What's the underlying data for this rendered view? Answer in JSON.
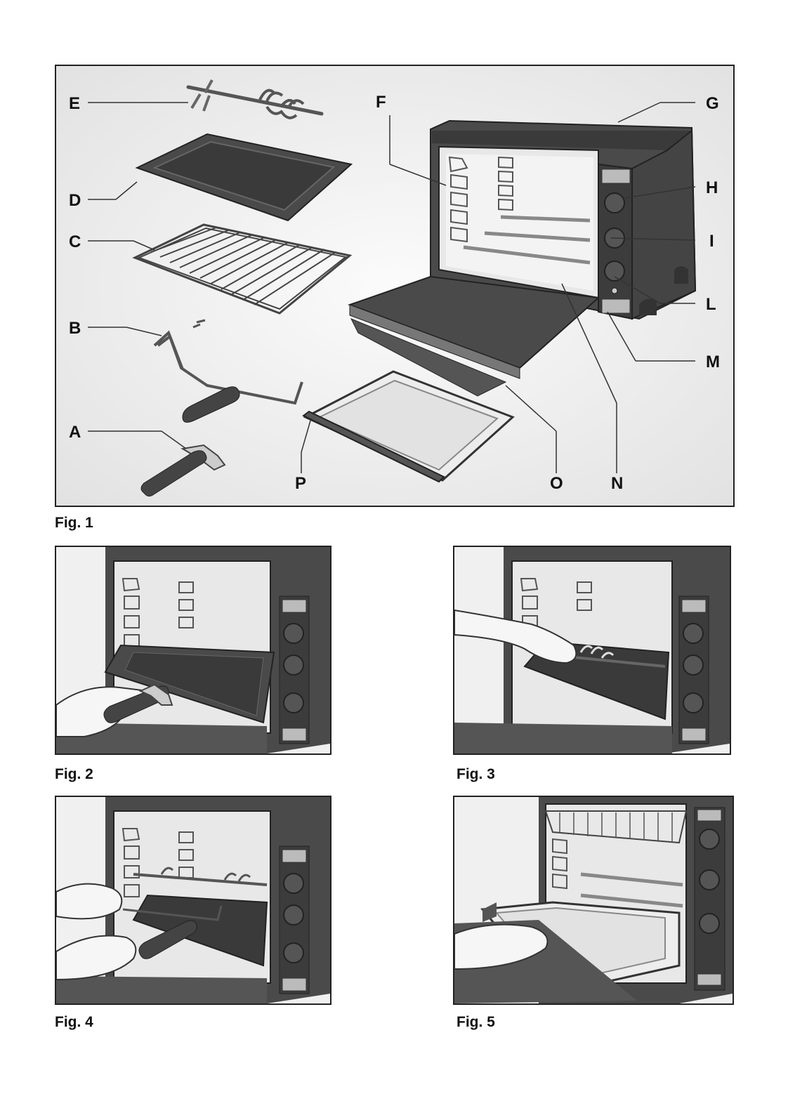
{
  "figure1": {
    "caption": "Fig. 1",
    "labels": {
      "E": "E",
      "D": "D",
      "C": "C",
      "B": "B",
      "A": "A",
      "F": "F",
      "G": "G",
      "H": "H",
      "I": "I",
      "L": "L",
      "M": "M",
      "N": "N",
      "O": "O",
      "P": "P"
    }
  },
  "figure2": {
    "caption": "Fig. 2"
  },
  "figure3": {
    "caption": "Fig. 3"
  },
  "figure4": {
    "caption": "Fig. 4"
  },
  "figure5": {
    "caption": "Fig. 5"
  },
  "colors": {
    "outline": "#222222",
    "oven_body": "#4a4a4a",
    "oven_dark": "#333333",
    "interior": "#e8e8e8",
    "panel_bg": "#f1f1f1"
  }
}
